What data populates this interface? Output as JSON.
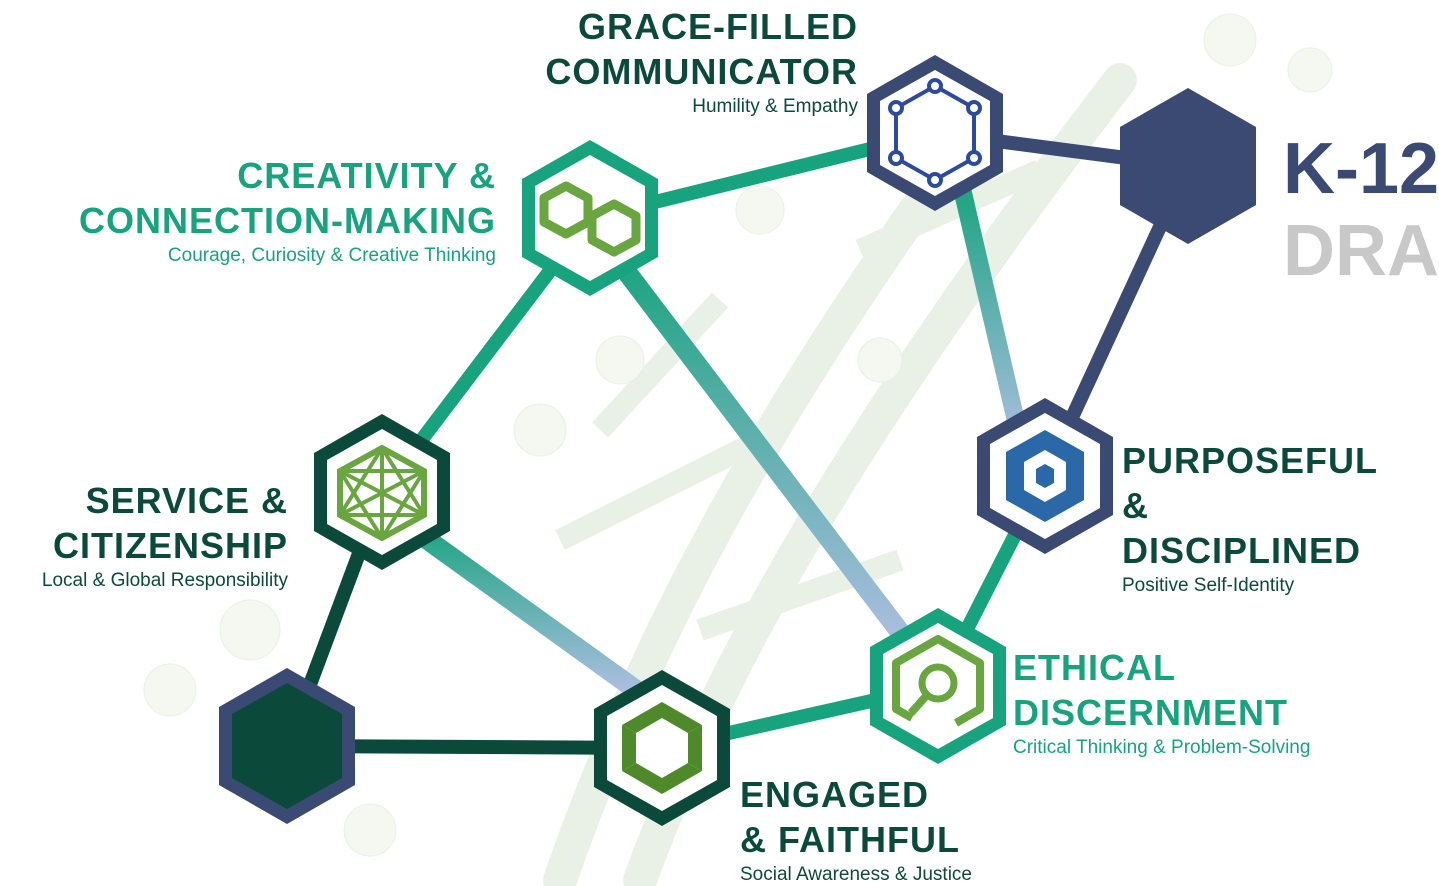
{
  "nodes": {
    "grace": {
      "title_line1": "GRACE-FILLED",
      "title_line2": "COMMUNICATOR",
      "subtitle": "Humility & Empathy"
    },
    "creativity": {
      "title_line1": "CREATIVITY &",
      "title_line2": "CONNECTION-MAKING",
      "subtitle": "Courage, Curiosity & Creative Thinking"
    },
    "service": {
      "title_line1": "SERVICE &",
      "title_line2": "CITIZENSHIP",
      "subtitle": "Local & Global Responsibility"
    },
    "purposeful": {
      "title_line1": "PURPOSEFUL &",
      "title_line2": "DISCIPLINED",
      "subtitle": "Positive Self-Identity"
    },
    "ethical": {
      "title_line1": "ETHICAL",
      "title_line2": "DISCERNMENT",
      "subtitle": "Critical Thinking & Problem-Solving"
    },
    "engaged": {
      "title_line1": "ENGAGED",
      "title_line2": "& FAITHFUL",
      "subtitle": "Social Awareness & Justice"
    }
  },
  "header": {
    "line1": "K-12",
    "line2": "DRA"
  },
  "colors": {
    "teal": "#17a37e",
    "navy": "#3a4a72",
    "dark_green": "#0b4a3a",
    "leaf_green": "#6aa640",
    "blue": "#2b68a8",
    "lavender": "#b4c0e6"
  },
  "icons": {
    "grace": "benzene-ring-icon",
    "creativity": "infinity-link-icon",
    "service": "geodesic-cube-icon",
    "purposeful": "nested-hexagon-icon",
    "ethical": "magnifier-hexagon-icon",
    "engaged": "shutter-aperture-icon"
  }
}
